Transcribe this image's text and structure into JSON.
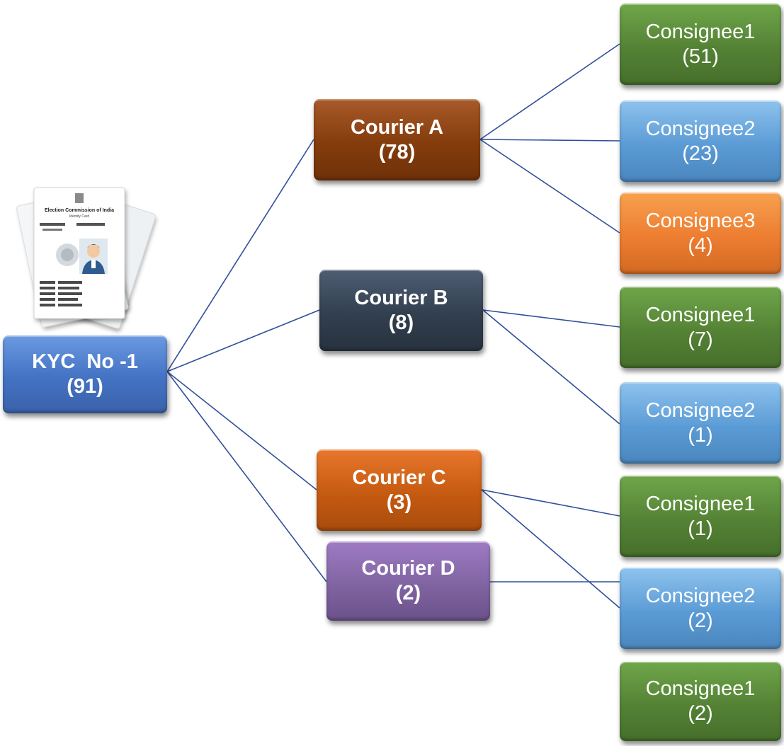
{
  "root": {
    "line1": "KYC  No -1",
    "line2": "(91)"
  },
  "couriers": [
    {
      "line1": "Courier A",
      "line2": "(78)"
    },
    {
      "line1": "Courier B",
      "line2": "(8)"
    },
    {
      "line1": "Courier C",
      "line2": "(3)"
    },
    {
      "line1": "Courier D",
      "line2": "(2)"
    }
  ],
  "consignees": [
    {
      "line1": "Consignee1",
      "line2": "(51)"
    },
    {
      "line1": "Consignee2",
      "line2": "(23)"
    },
    {
      "line1": "Consignee3",
      "line2": "(4)"
    },
    {
      "line1": "Consignee1",
      "line2": "(7)"
    },
    {
      "line1": "Consignee2",
      "line2": "(1)"
    },
    {
      "line1": "Consignee1",
      "line2": "(1)"
    },
    {
      "line1": "Consignee2",
      "line2": "(2)"
    },
    {
      "line1": "Consignee1",
      "line2": "(2)"
    }
  ],
  "id_card": {
    "header": "Election Commission of India",
    "subheader": "Identity Card"
  },
  "colors": {
    "connector": "#2f4f9a",
    "consignee1": "#548235",
    "consignee2": "#5b9bd5",
    "consignee3": "#ed7d31",
    "courier_a": "#843c0c",
    "courier_b": "#323f4f",
    "courier_c": "#c55a11",
    "courier_d": "#8064a2",
    "root": "#4472c4"
  }
}
